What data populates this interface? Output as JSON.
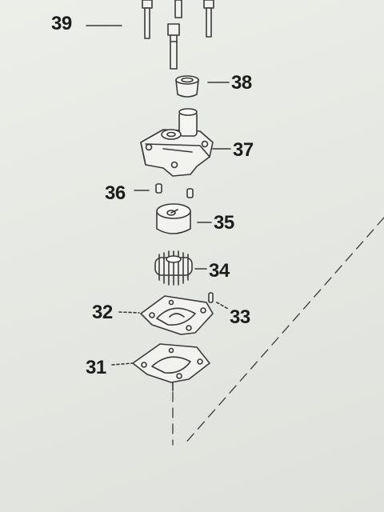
{
  "colors": {
    "line": "#3a3a3a",
    "background": "#e8eae5"
  },
  "callouts": {
    "p39": "39",
    "p38": "38",
    "p37": "37",
    "p36": "36",
    "p35": "35",
    "p34": "34",
    "p33": "33",
    "p32": "32",
    "p31": "31"
  }
}
